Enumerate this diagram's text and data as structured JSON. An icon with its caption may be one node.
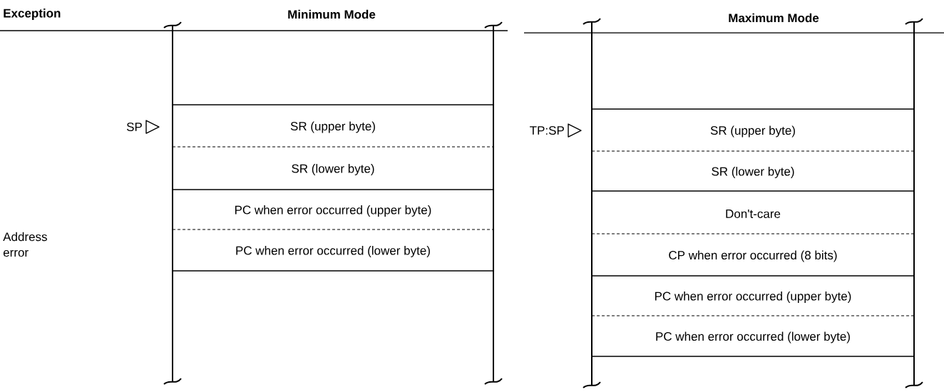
{
  "diagram": {
    "nodes": [
      {
        "text": [
          "SR (upper byte)"
        ]
      },
      {
        "text": [
          "SR (lower byte)"
        ]
      },
      {
        "text": [
          "PC when error occurred (upper byte)"
        ]
      },
      {
        "text": [
          "PC when error occurred (lower byte)"
        ]
      },
      {
        "text": [
          "SR (upper byte)"
        ]
      },
      {
        "text": [
          "SR (lower byte)"
        ]
      },
      {
        "text": [
          "Don't-care"
        ]
      },
      {
        "text": [
          "CP when error occurred (8 bits)"
        ]
      },
      {
        "text": [
          "PC when error occurred (upper byte)"
        ]
      },
      {
        "text": [
          "PC when error occurred (lower byte)"
        ]
      }
    ],
    "labels": [
      "Exception",
      "Minimum Mode",
      "Maximum Mode",
      "SP",
      "TP:SP",
      "Address error"
    ]
  }
}
